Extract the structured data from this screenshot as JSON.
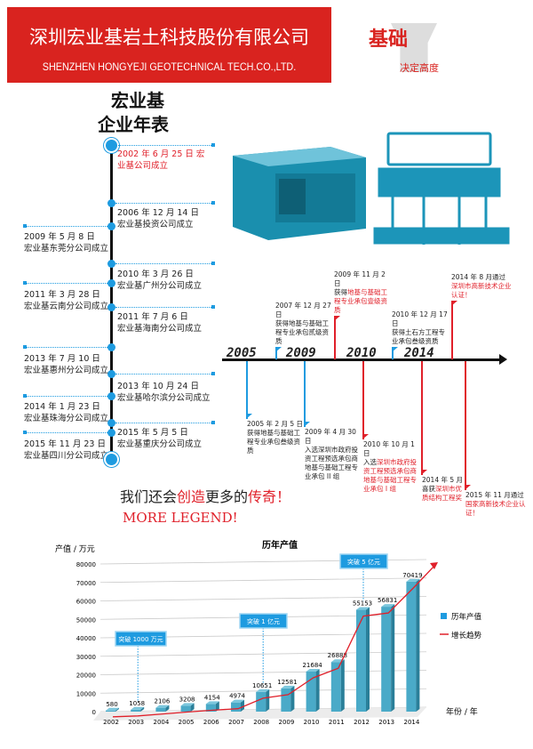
{
  "header": {
    "company_cn": "深圳宏业基岩土科技股份有限公司",
    "company_en": "SHENZHEN HONGYEJI GEOTECHNICAL TECH.CO.,LTD.",
    "logo_main": "基础",
    "logo_sub": "决定高度"
  },
  "title": {
    "line1": "宏业基",
    "line2": "企业年表"
  },
  "vertical_timeline": {
    "right": [
      {
        "date": "2002 年 6 月 25 日 宏",
        "text": "业基公司成立",
        "highlight": true
      },
      {
        "date": "2006 年 12 月 14 日",
        "text": "宏业基投资公司成立"
      },
      {
        "date": "2010 年 3 月 26 日",
        "text": "宏业基广州分公司成立"
      },
      {
        "date": "2011 年 7 月 6 日",
        "text": "宏业基海南分公司成立"
      },
      {
        "date": "2013 年 10 月 24 日",
        "text": "宏业基哈尔滨分公司成立"
      },
      {
        "date": "2015 年 5 月 5 日",
        "text": "宏业基重庆分公司成立"
      }
    ],
    "left": [
      {
        "date": "2009 年 5 月 8 日",
        "text": "宏业基东莞分公司成立"
      },
      {
        "date": "2011 年 3 月 28 日",
        "text": "宏业基云南分公司成立"
      },
      {
        "date": "2013 年 7 月 10 日",
        "text": "宏业基惠州分公司成立"
      },
      {
        "date": "2014 年 1 月 23 日",
        "text": "宏业基珠海分公司成立"
      },
      {
        "date": "2015 年 11 月 23 日",
        "text": "宏业基四川分公司成立"
      }
    ]
  },
  "horizontal_timeline": {
    "years": [
      "2005",
      "2009",
      "2010",
      "2014"
    ],
    "above": [
      {
        "date": "2007 年 12 月 27 日",
        "pre": "获得地基与基础工程专业承包贰级资质",
        "red": ""
      },
      {
        "date": "2009 年 11 月 2 日",
        "pre": "获得",
        "red": "地基与基础工程专业承包壹级资质"
      },
      {
        "date": "2010 年 12 月 17 日",
        "pre": "获得土石方工程专业承包叁级资质",
        "red": ""
      },
      {
        "date": "2014 年 8 月通过",
        "pre": "",
        "red": "深圳市高新技术企业认证！"
      }
    ],
    "below": [
      {
        "date": "2005 年 2 月 5 日",
        "pre": "获得地基与基础工程专业承包叁级资质",
        "red": ""
      },
      {
        "date": "2009 年 4 月 30 日",
        "pre": "入选深圳市政府投资工程预选承包商地基与基础工程专业承包 II 组",
        "red": ""
      },
      {
        "date": "2010 年 10 月 1 日",
        "pre": "入选",
        "red": "深圳市政府投资工程预选承包商地基与基础工程专业承包 I 组"
      },
      {
        "date": "2014 年 5 月",
        "pre": "喜获",
        "red": "深圳市优质结构工程奖"
      },
      {
        "date": "2015 年 11 月通过",
        "pre": "",
        "red": "国家高新技术企业认证！"
      }
    ]
  },
  "slogan": {
    "p1": "我们还会",
    "p2": "创造",
    "p3": "更多的",
    "p4": "传奇！",
    "en": "MORE LEGEND!"
  },
  "chart_data": {
    "type": "bar",
    "title": "历年产值",
    "ylabel": "产值 / 万元",
    "xlabel": "年份 / 年",
    "categories": [
      "2002",
      "2003",
      "2004",
      "2005",
      "2006",
      "2007",
      "2008",
      "2009",
      "2010",
      "2011",
      "2012",
      "2013",
      "2014"
    ],
    "series": [
      {
        "name": "历年产值",
        "values": [
          580,
          1058,
          2106,
          3208,
          4154,
          4974,
          10651,
          12581,
          21684,
          26888,
          55153,
          56831,
          70419
        ]
      },
      {
        "name": "增长趋势",
        "type": "line",
        "values": [
          580,
          1058,
          2106,
          3208,
          4154,
          4974,
          10651,
          12581,
          21684,
          26888,
          55153,
          56831,
          70419
        ]
      }
    ],
    "ylim": [
      0,
      80000
    ],
    "yticks": [
      "0",
      "10000",
      "20000",
      "30000",
      "40000",
      "50000",
      "60000",
      "70000",
      "80000"
    ],
    "annotations": [
      {
        "text": "突破 1000 万元",
        "year": "2003"
      },
      {
        "text": "突破 1 亿元",
        "year": "2008"
      },
      {
        "text": "突破 5 亿元",
        "year": "2012"
      }
    ],
    "legend": "right",
    "colors": {
      "bar": "#4aaac8",
      "line": "#e0202a"
    }
  }
}
